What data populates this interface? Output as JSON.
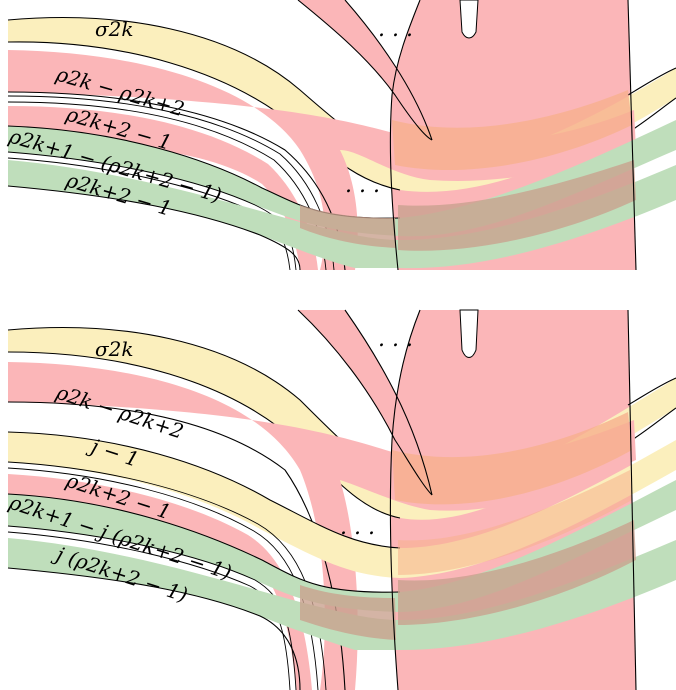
{
  "colors": {
    "yellow": "#fbefbd",
    "red": "#fbb6b8",
    "green": "#bfdebb",
    "overlap_orange": "#f7b08d",
    "overlap_brown": "#c9a18e"
  },
  "top_panel": {
    "labels": {
      "sigma": "σ2k",
      "rho_diff": "ρ2k − ρ2k+2",
      "rho_minus_one": "ρ2k+2 − 1",
      "rho_odd": "ρ2k+1 − (ρ2k+2 − 1)",
      "rho_minus_one_b": "ρ2k+2 − 1"
    },
    "dots_upper": ". . .",
    "dots_lower": ". . ."
  },
  "bottom_panel": {
    "labels": {
      "sigma": "σ2k",
      "rho_diff": "ρ2k − ρ2k+2",
      "j_minus_one": "j − 1",
      "rho_minus_one": "ρ2k+2 − 1",
      "rho_odd": "ρ2k+1 − j (ρ2k+2 − 1)",
      "j_rho": "j (ρ2k+2 − 1)"
    },
    "dots_upper": ". . .",
    "dots_lower": ". . ."
  }
}
